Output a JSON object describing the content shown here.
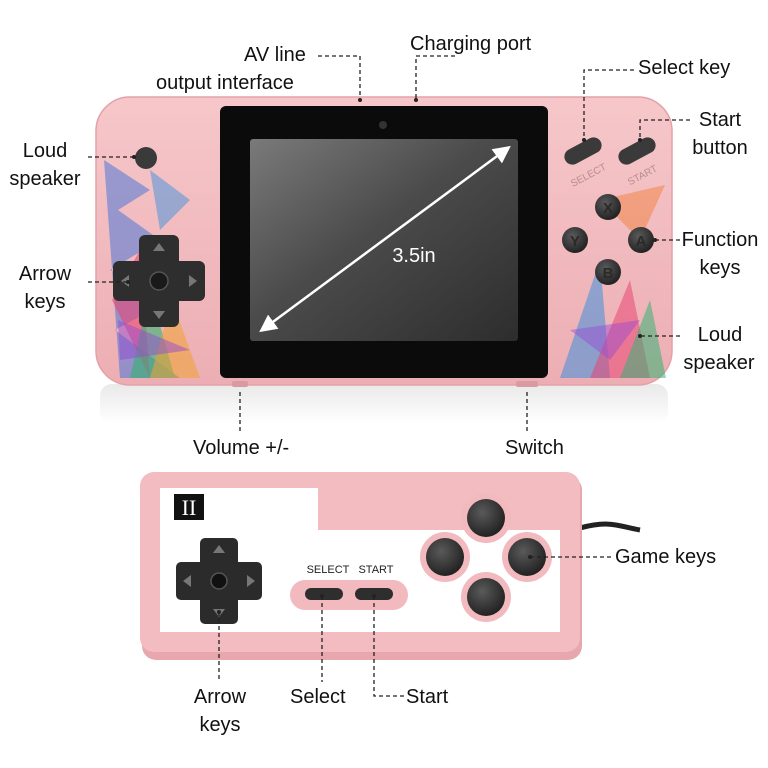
{
  "labels": {
    "av_line": "AV line",
    "output_interface": "output interface",
    "charging_port": "Charging port",
    "select_key": "Select key",
    "start_button_1": "Start",
    "start_button_2": "button",
    "loud_speaker_left_1": "Loud",
    "loud_speaker_left_2": "speaker",
    "arrow_keys_top_1": "Arrow",
    "arrow_keys_top_2": "keys",
    "function_keys_1": "Function",
    "function_keys_2": "keys",
    "loud_speaker_right_1": "Loud",
    "loud_speaker_right_2": "speaker",
    "volume": "Volume +/-",
    "switch": "Switch",
    "game_keys": "Game keys",
    "arrow_keys_bottom_1": "Arrow",
    "arrow_keys_bottom_2": "keys",
    "select": "Select",
    "start": "Start"
  },
  "console": {
    "screen_size": "3.5in",
    "select_print": "SELECT",
    "start_print": "START",
    "buttons": {
      "x": "X",
      "y": "Y",
      "a": "A",
      "b": "B"
    }
  },
  "gamepad": {
    "badge": "II",
    "select_print": "SELECT",
    "start_print": "START"
  },
  "colors": {
    "shell_pink": "#f2b9bd",
    "shell_pink_dark": "#e39ca2",
    "bezel": "#0b0b0b",
    "screen": "#4a4a4a",
    "button_dark": "#3a3a3a"
  }
}
